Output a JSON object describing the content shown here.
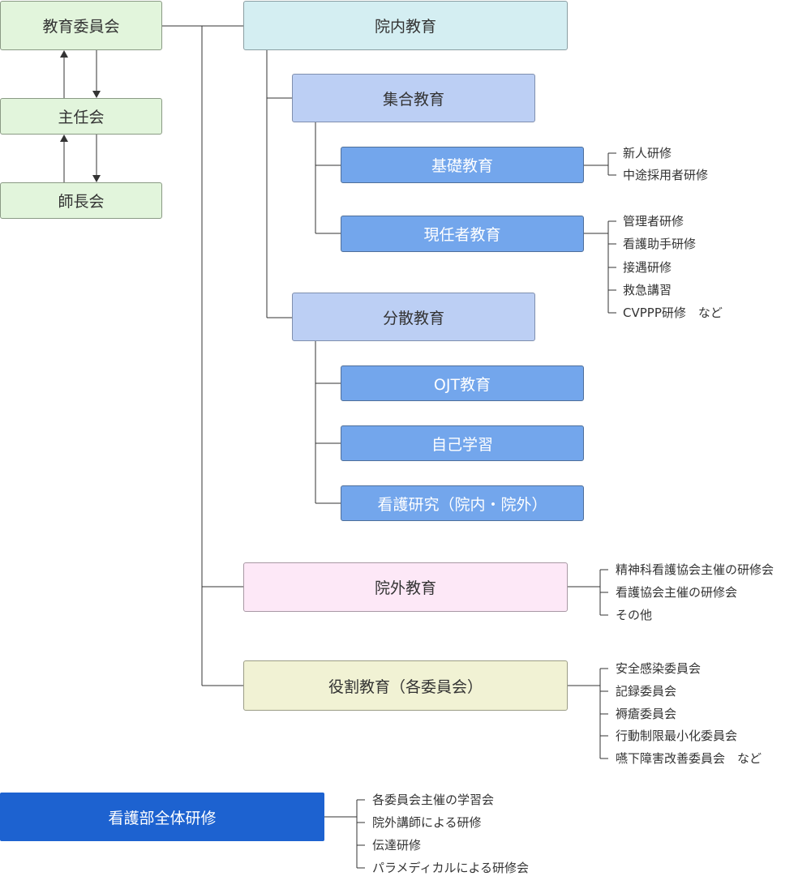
{
  "committees": {
    "education": "教育委員会",
    "chief": "主任会",
    "head_nurse": "師長会"
  },
  "in_house": {
    "label": "院内教育",
    "group": {
      "label": "集合教育",
      "basic": {
        "label": "基礎教育",
        "items": [
          "新人研修",
          "中途採用者研修"
        ]
      },
      "current": {
        "label": "現任者教育",
        "items": [
          "管理者研修",
          "看護助手研修",
          "接遇研修",
          "救急講習",
          "CVPPP研修　など"
        ]
      }
    },
    "distributed": {
      "label": "分散教育",
      "ojt": "OJT教育",
      "self_study": "自己学習",
      "research": "看護研究（院内・院外）"
    }
  },
  "external": {
    "label": "院外教育",
    "items": [
      "精神科看護協会主催の研修会",
      "看護協会主催の研修会",
      "その他"
    ]
  },
  "role": {
    "label": "役割教育（各委員会）",
    "items": [
      "安全感染委員会",
      "記録委員会",
      "褥瘡委員会",
      "行動制限最小化委員会",
      "嚥下障害改善委員会　など"
    ]
  },
  "department": {
    "label": "看護部全体研修",
    "items": [
      "各委員会主催の学習会",
      "院外講師による研修",
      "伝達研修",
      "パラメディカルによる研修会"
    ]
  }
}
